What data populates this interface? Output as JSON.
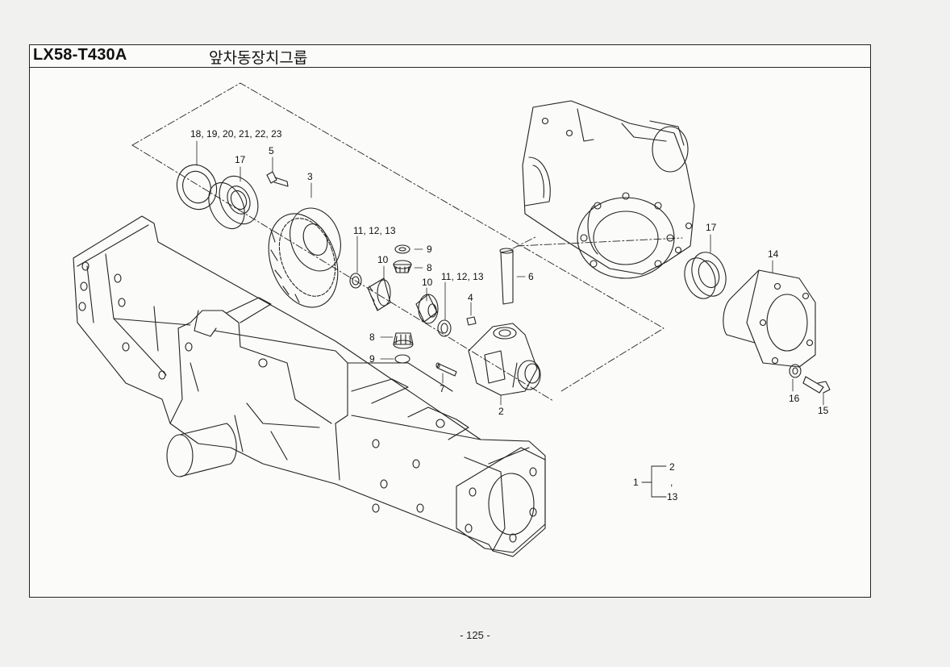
{
  "header": {
    "model": "LX58-T430A",
    "group_title": "앞차동장치그룹"
  },
  "callouts": {
    "c18_23": "18, 19, 20, 21, 22, 23",
    "c17a": "17",
    "c5": "5",
    "c3": "3",
    "c11_13a": "11, 12, 13",
    "c9a": "9",
    "c10a": "10",
    "c8a": "8",
    "c11_13b": "11, 12, 13",
    "c6": "6",
    "c10b": "10",
    "c4": "4",
    "c8b": "8",
    "c9b": "9",
    "c7": "7",
    "c2": "2",
    "c17b": "17",
    "c14": "14",
    "c16": "16",
    "c15": "15"
  },
  "assembly_legend": {
    "parent": "1",
    "first": "2",
    "mid": ",",
    "last": "13"
  },
  "footer": {
    "page_number": "- 125 -"
  }
}
